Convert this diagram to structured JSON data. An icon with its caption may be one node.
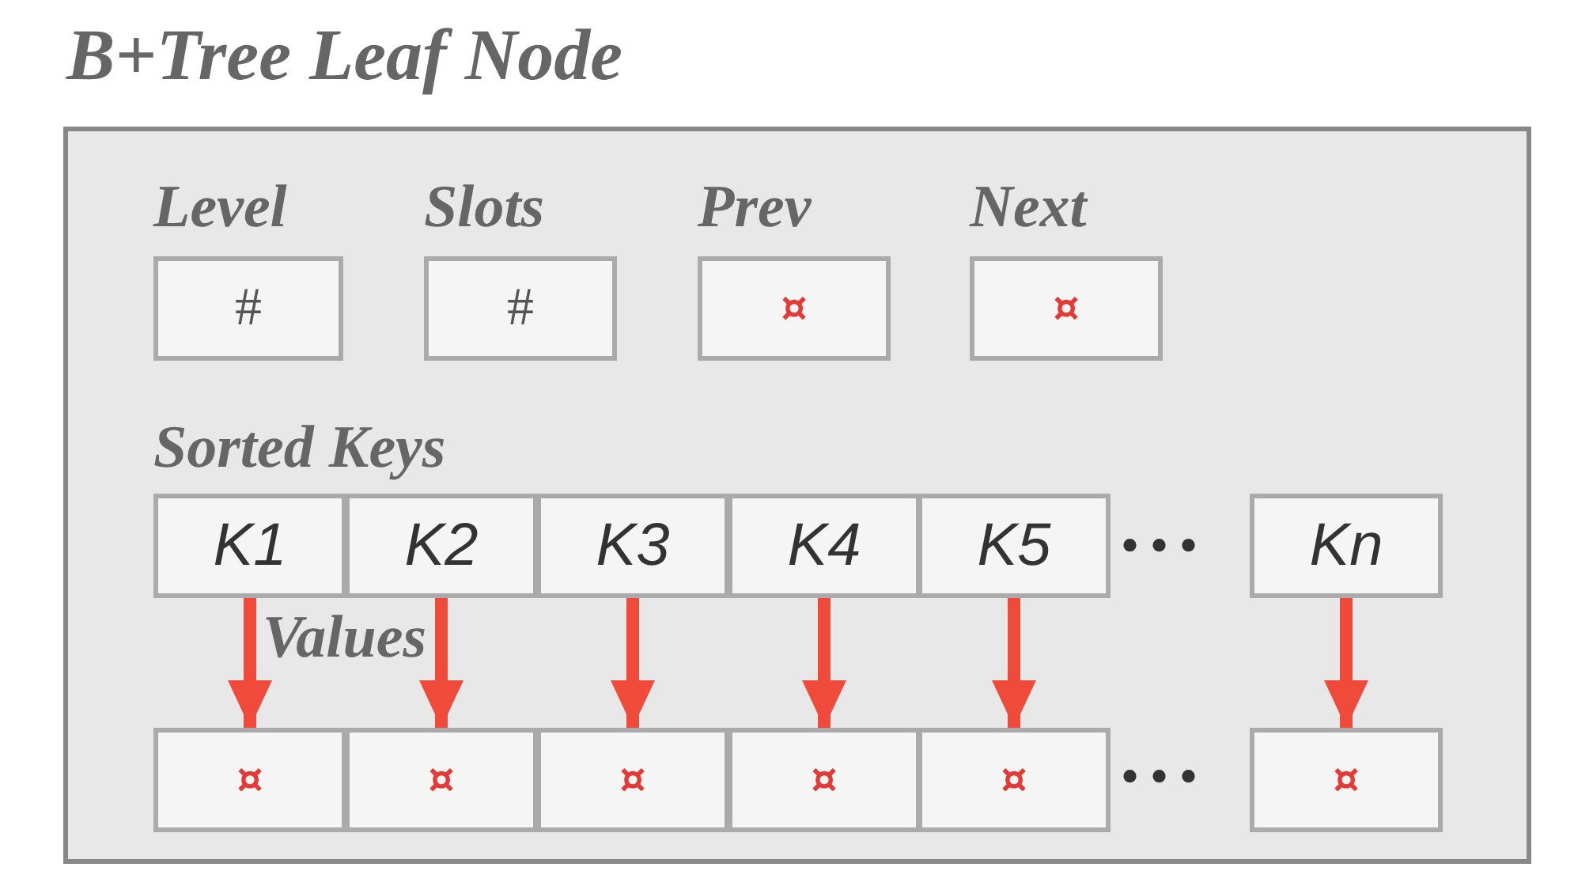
{
  "diagram": {
    "nodes": [
      {
        "text": [
          "B+Tree Leaf Node"
        ]
      },
      {
        "text": [
          "Level",
          "#"
        ],
        "in": 0
      },
      {
        "text": [
          "Slots",
          "#"
        ],
        "in": 0
      },
      {
        "text": [
          "Prev",
          "¤"
        ],
        "in": 0
      },
      {
        "text": [
          "Next",
          "¤"
        ],
        "in": 0
      },
      {
        "text": [
          "K1"
        ],
        "in": 0
      },
      {
        "text": [
          "K2"
        ],
        "in": 0
      },
      {
        "text": [
          "K3"
        ],
        "in": 0
      },
      {
        "text": [
          "K4"
        ],
        "in": 0
      },
      {
        "text": [
          "K5"
        ],
        "in": 0
      },
      {
        "text": [
          "Kn"
        ],
        "in": 0
      },
      {
        "text": [
          "¤"
        ],
        "in": 0
      },
      {
        "text": [
          "¤"
        ],
        "in": 0
      },
      {
        "text": [
          "¤"
        ],
        "in": 0
      },
      {
        "text": [
          "¤"
        ],
        "in": 0
      },
      {
        "text": [
          "¤"
        ],
        "in": 0
      },
      {
        "text": [
          "¤"
        ],
        "in": 0
      }
    ],
    "edges": [
      {
        "from": 5,
        "to": 11,
        "arrow": "to"
      },
      {
        "from": 6,
        "to": 12,
        "arrow": "to"
      },
      {
        "from": 7,
        "to": 13,
        "arrow": "to"
      },
      {
        "from": 8,
        "to": 14,
        "arrow": "to"
      },
      {
        "from": 9,
        "to": 15,
        "arrow": "to"
      },
      {
        "from": 10,
        "to": 16,
        "arrow": "to"
      }
    ],
    "labels": [
      "Sorted Keys",
      "•••",
      "Values",
      "•••"
    ]
  }
}
